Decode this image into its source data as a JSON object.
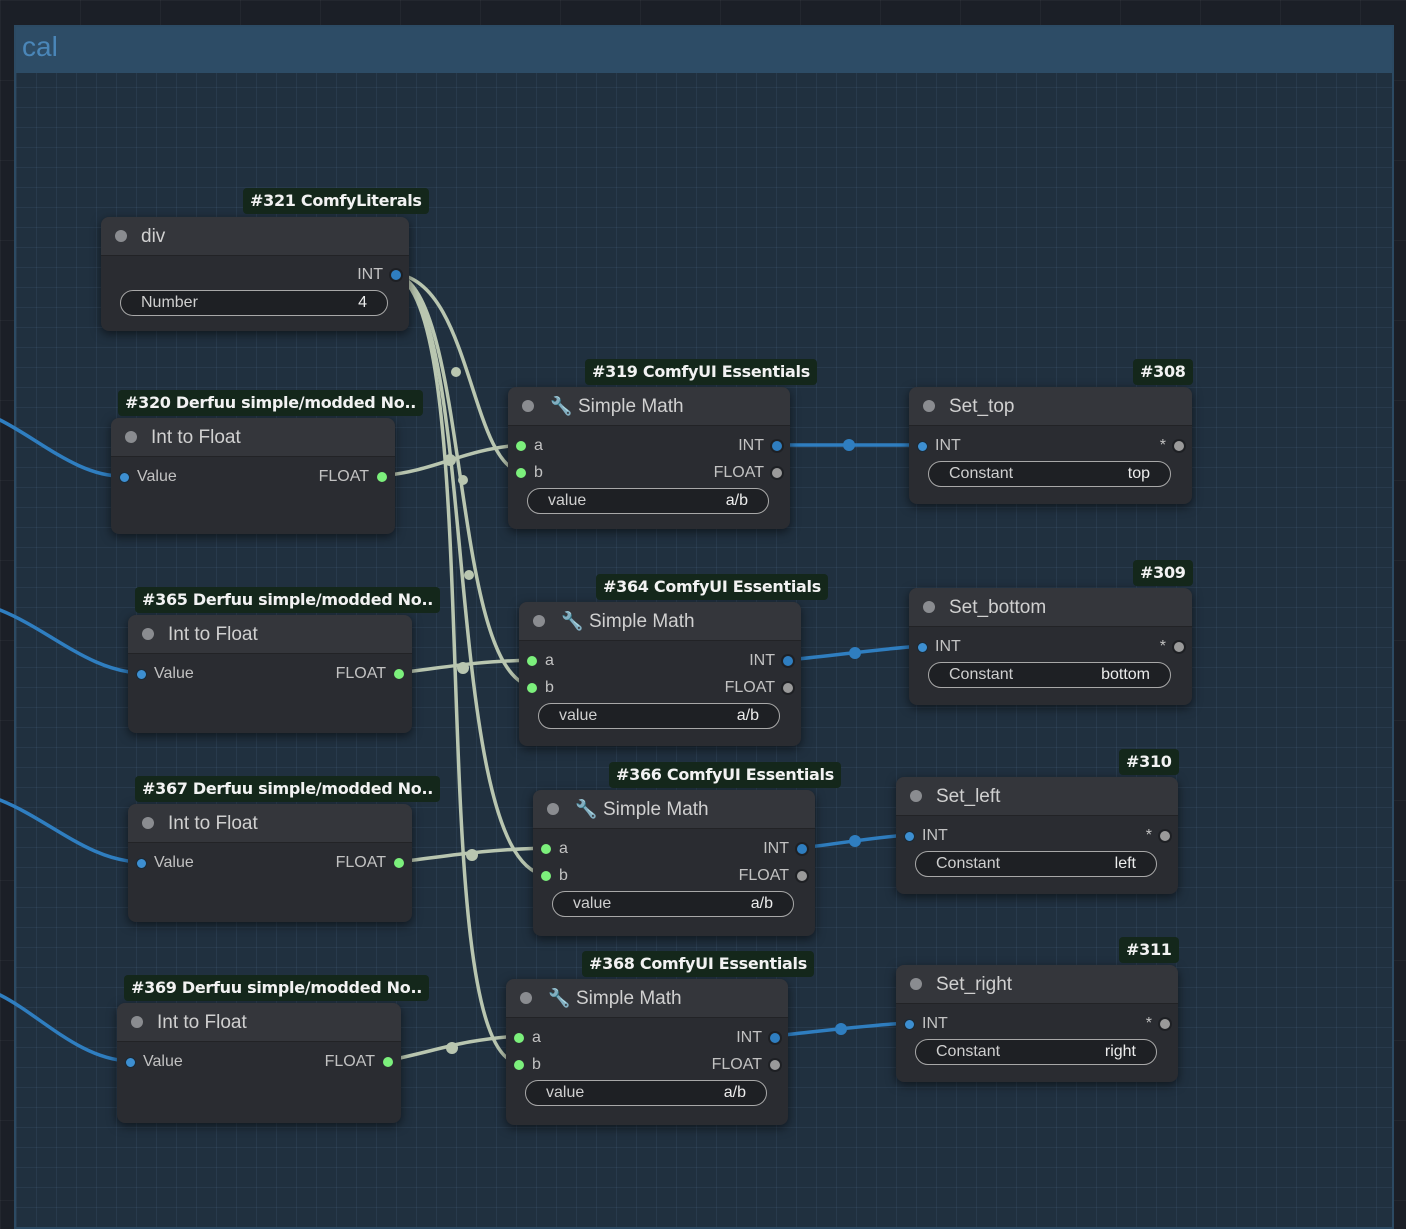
{
  "group": {
    "title": "cal"
  },
  "colors": {
    "float_wire": "#b9c6b0",
    "int_wire": "#2f7ec0",
    "badge_bg": "#14271b",
    "group_bg": "#20303f"
  },
  "nodes": {
    "n321": {
      "badge": "#321 ComfyLiterals",
      "title": "div",
      "output": "INT",
      "widget_name": "Number",
      "widget_value": "4"
    },
    "n320": {
      "badge": "#320 Derfuu simple/modded No..",
      "title": "Int to Float",
      "input": "Value",
      "output": "FLOAT"
    },
    "n365": {
      "badge": "#365 Derfuu simple/modded No..",
      "title": "Int to Float",
      "input": "Value",
      "output": "FLOAT"
    },
    "n367": {
      "badge": "#367 Derfuu simple/modded No..",
      "title": "Int to Float",
      "input": "Value",
      "output": "FLOAT"
    },
    "n369": {
      "badge": "#369 Derfuu simple/modded No..",
      "title": "Int to Float",
      "input": "Value",
      "output": "FLOAT"
    },
    "n319": {
      "badge": "#319 ComfyUI Essentials",
      "title": "Simple Math",
      "in_a": "a",
      "in_b": "b",
      "out_int": "INT",
      "out_float": "FLOAT",
      "widget_name": "value",
      "widget_value": "a/b"
    },
    "n364": {
      "badge": "#364 ComfyUI Essentials",
      "title": "Simple Math",
      "in_a": "a",
      "in_b": "b",
      "out_int": "INT",
      "out_float": "FLOAT",
      "widget_name": "value",
      "widget_value": "a/b"
    },
    "n366": {
      "badge": "#366 ComfyUI Essentials",
      "title": "Simple Math",
      "in_a": "a",
      "in_b": "b",
      "out_int": "INT",
      "out_float": "FLOAT",
      "widget_name": "value",
      "widget_value": "a/b"
    },
    "n368": {
      "badge": "#368 ComfyUI Essentials",
      "title": "Simple Math",
      "in_a": "a",
      "in_b": "b",
      "out_int": "INT",
      "out_float": "FLOAT",
      "widget_name": "value",
      "widget_value": "a/b"
    },
    "n308": {
      "badge": "#308",
      "title": "Set_top",
      "input": "INT",
      "output": "*",
      "widget_name": "Constant",
      "widget_value": "top"
    },
    "n309": {
      "badge": "#309",
      "title": "Set_bottom",
      "input": "INT",
      "output": "*",
      "widget_name": "Constant",
      "widget_value": "bottom"
    },
    "n310": {
      "badge": "#310",
      "title": "Set_left",
      "input": "INT",
      "output": "*",
      "widget_name": "Constant",
      "widget_value": "left"
    },
    "n311": {
      "badge": "#311",
      "title": "Set_right",
      "input": "INT",
      "output": "*",
      "widget_name": "Constant",
      "widget_value": "right"
    }
  }
}
